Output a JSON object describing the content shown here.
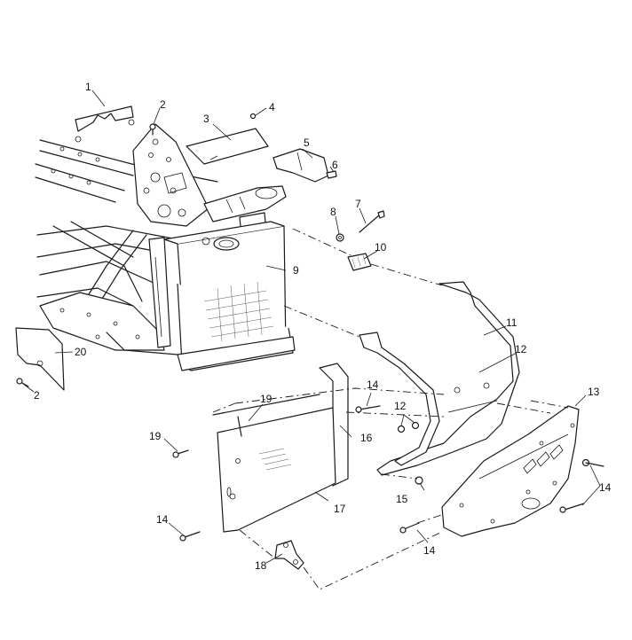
{
  "callouts": {
    "c1": "1",
    "c2a": "2",
    "c2b": "2",
    "c3": "3",
    "c4": "4",
    "c5": "5",
    "c6": "6",
    "c7": "7",
    "c8": "8",
    "c9": "9",
    "c10": "10",
    "c11": "11",
    "c12a": "12",
    "c12b": "12",
    "c13": "13",
    "c14a": "14",
    "c14b": "14",
    "c14c": "14",
    "c14d": "14",
    "c15": "15",
    "c16": "16",
    "c17": "17",
    "c18": "18",
    "c19a": "19",
    "c19b": "19",
    "c20": "20"
  }
}
